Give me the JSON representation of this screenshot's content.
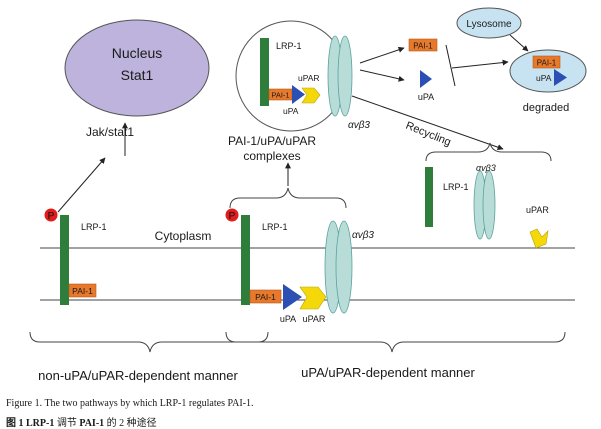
{
  "diagram": {
    "nucleus": {
      "title": "Nucleus",
      "subtitle": "Stat1"
    },
    "jak_stat": "Jak/stat1",
    "cytoplasm": "Cytoplasm",
    "lrp1": "LRP-1",
    "pai1": "PAI-1",
    "upa": "uPA",
    "upar": "uPAR",
    "integrin": "αvβ3",
    "phospho": "P",
    "complex_label_line1": "PAI-1/uPA/uPAR",
    "complex_label_line2": "complexes",
    "lysosome": "Lysosome",
    "degraded": "degraded",
    "recycling": "Recycling",
    "left_manner": "non-uPA/uPAR-dependent manner",
    "right_manner": "uPA/uPAR-dependent manner"
  },
  "colors": {
    "nucleus_fill": "#bdb3dd",
    "lrp_green": "#2e7d3a",
    "pai_orange": "#e8782a",
    "upa_blue": "#2c4fb4",
    "upar_yellow": "#f5d80a",
    "integrin_teal": "#b8ddd9",
    "lysosome_fill": "#c7e3f2",
    "phospho_red": "#e01c1c"
  },
  "caption": {
    "en_prefix": "Figure 1.",
    "en_text": "The two pathways by which LRP-1 regulates PAI-1.",
    "zh_prefix": "图 1",
    "zh_bold1": "LRP-1",
    "zh_mid": "调节",
    "zh_bold2": "PAI-1",
    "zh_end": "的 2 种途径"
  }
}
